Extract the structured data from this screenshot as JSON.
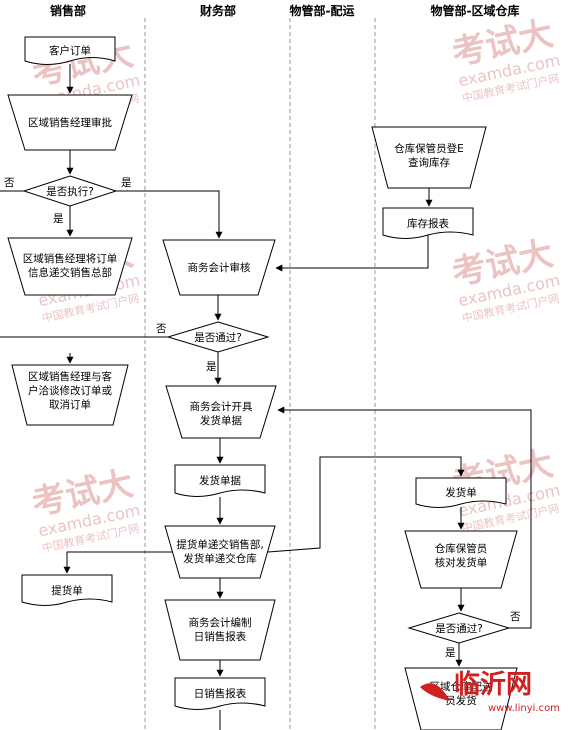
{
  "lanes": [
    "销售部",
    "财务部",
    "物管部-配运",
    "物管部-区域仓库"
  ],
  "nodes": {
    "customer_order": "客户订单",
    "regional_approval": [
      "区域销售经理审批"
    ],
    "execute_q": "是否执行?",
    "send_to_hq": [
      "区域销售经理将订单",
      "信息递交销售总部"
    ],
    "negotiate": [
      "区域销售经理与客",
      "户洽谈修改订单或",
      "取消订单"
    ],
    "bill_of_lading": "提货单",
    "keeper_login": [
      "仓库保管员登E",
      "查询库存"
    ],
    "stock_report": "库存报表",
    "accountant_review": "商务会计审核",
    "approved_q1": "是否通过?",
    "issue_invoice": [
      "商务会计开具",
      "发货单据"
    ],
    "invoice_doc": "发货单据",
    "submit_docs": [
      "提货单递交销售部,",
      "发货单递交仓库"
    ],
    "daily_report_make": [
      "商务会计编制",
      "日销售报表"
    ],
    "daily_report": "日销售报表",
    "shipping_note": "发货单",
    "keeper_check": [
      "仓库保管员",
      "核对发货单"
    ],
    "approved_q2": "是否通过?",
    "bottom_partial": [
      "区域仓库配送",
      "员发货"
    ]
  },
  "labels": {
    "yes": "是",
    "no": "否"
  },
  "watermarks": [
    {
      "big": "考试大",
      "url": "examda.com",
      "sub": "中国教育考试门户网"
    }
  ],
  "logo": {
    "name": "临沂网",
    "url": "www.linyi.com"
  },
  "colors": {
    "line": "#000000",
    "lane_divider": "#9a9a9a",
    "watermark": "#e8b9b9",
    "logo": "#d21f1f"
  }
}
